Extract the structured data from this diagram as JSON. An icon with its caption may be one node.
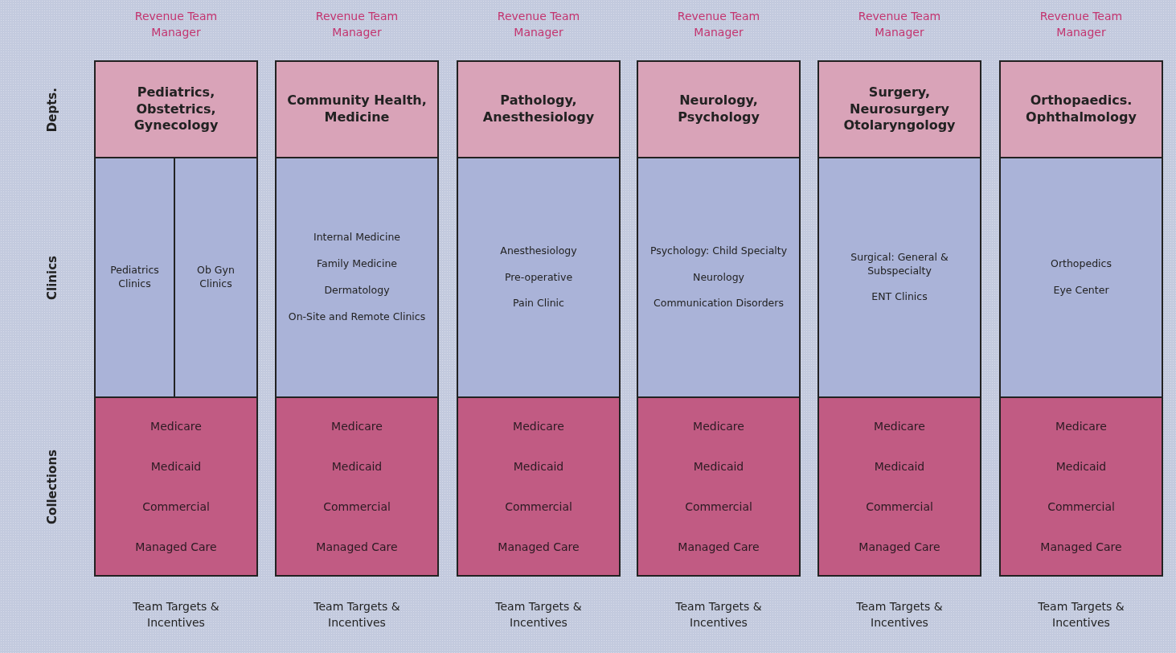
{
  "diagram": {
    "nodes": [
      {
        "text": [
          "Pediatrics, Obstetrics, Gynecology"
        ],
        "beside": [
          "Revenue Team Manager"
        ]
      },
      {
        "text": [
          "Pediatrics Clinics"
        ]
      },
      {
        "text": [
          "Ob Gyn Clinics"
        ]
      },
      {
        "text": [
          "Medicare",
          "Medicaid",
          "Commercial",
          "Managed Care"
        ],
        "beside": [
          "Team Targets & Incentives"
        ]
      },
      {
        "text": [
          "Community Health, Medicine"
        ],
        "beside": [
          "Revenue Team Manager"
        ]
      },
      {
        "text": [
          "Internal Medicine",
          "Family Medicine",
          "Dermatology",
          "On-Site and Remote Clinics"
        ]
      },
      {
        "text": [
          "Medicare",
          "Medicaid",
          "Commercial",
          "Managed Care"
        ],
        "beside": [
          "Team Targets & Incentives"
        ]
      },
      {
        "text": [
          "Pathology, Anesthesiology"
        ],
        "beside": [
          "Revenue Team Manager"
        ]
      },
      {
        "text": [
          "Anesthesiology",
          "Pre-operative",
          "Pain Clinic"
        ]
      },
      {
        "text": [
          "Medicare",
          "Medicaid",
          "Commercial",
          "Managed Care"
        ],
        "beside": [
          "Team Targets & Incentives"
        ]
      },
      {
        "text": [
          "Neurology, Psychology"
        ],
        "beside": [
          "Revenue Team Manager"
        ]
      },
      {
        "text": [
          "Psychology: Child Specialty",
          "Neurology",
          "Communication Disorders"
        ]
      },
      {
        "text": [
          "Medicare",
          "Medicaid",
          "Commercial",
          "Managed Care"
        ],
        "beside": [
          "Team Targets & Incentives"
        ]
      },
      {
        "text": [
          "Surgery, Neurosurgery Otolaryngology"
        ],
        "beside": [
          "Revenue Team Manager"
        ]
      },
      {
        "text": [
          "Surgical: General & Subspecialty",
          "ENT Clinics"
        ]
      },
      {
        "text": [
          "Medicare",
          "Medicaid",
          "Commercial",
          "Managed Care"
        ],
        "beside": [
          "Team Targets & Incentives"
        ]
      },
      {
        "text": [
          "Orthopaedics. Ophthalmology"
        ],
        "beside": [
          "Revenue Team Manager"
        ]
      },
      {
        "text": [
          "Orthopedics",
          "Eye Center"
        ]
      },
      {
        "text": [
          "Medicare",
          "Medicaid",
          "Commercial",
          "Managed Care"
        ],
        "beside": [
          "Team Targets & Incentives"
        ]
      }
    ],
    "labels": [
      "Depts.",
      "Clinics",
      "Collections"
    ]
  }
}
